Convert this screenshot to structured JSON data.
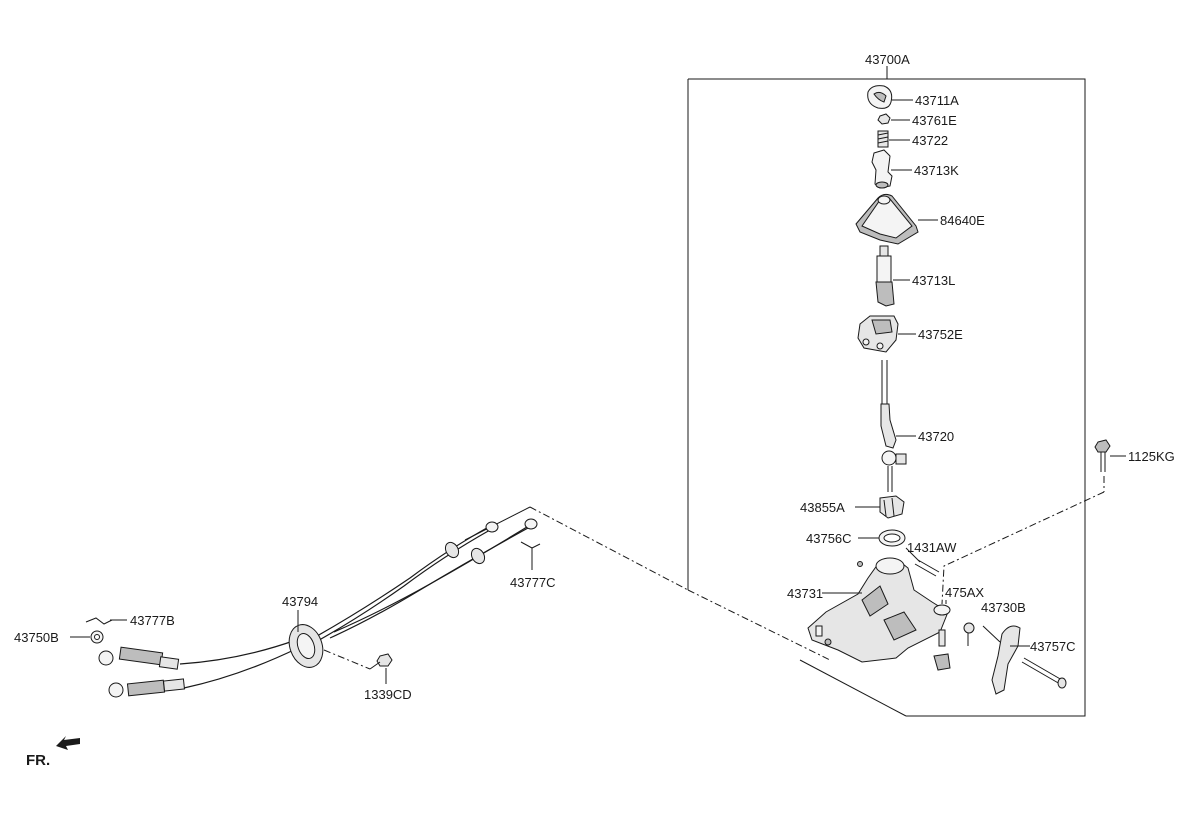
{
  "assembly_label": "43700A",
  "labels": {
    "p43711A": "43711A",
    "p43761E": "43761E",
    "p43722": "43722",
    "p43713K": "43713K",
    "p84640E": "84640E",
    "p43713L": "43713L",
    "p43752E": "43752E",
    "p43720": "43720",
    "p43855A": "43855A",
    "p43756C": "43756C",
    "p1431AW": "1431AW",
    "p43731": "43731",
    "p475AX": "475AX",
    "p43730B": "43730B",
    "p43757C": "43757C",
    "p1125KG": "1125KG",
    "p43777C": "43777C",
    "p43794": "43794",
    "p43777B": "43777B",
    "p43750B": "43750B",
    "p1339CD": "1339CD"
  },
  "front_indicator": "FR.",
  "icons": {
    "front_arrow": "arrow-down-left-icon"
  }
}
